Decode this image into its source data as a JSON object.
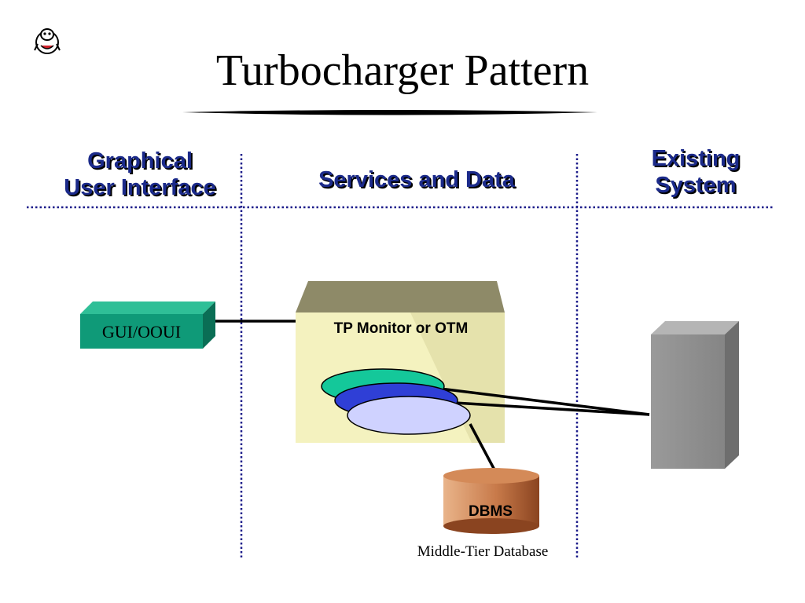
{
  "title": "Turbocharger Pattern",
  "columns": {
    "left": "Graphical\nUser Interface",
    "middle": "Services and Data",
    "right": "Existing\nSystem"
  },
  "nodes": {
    "gui": "GUI/OOUI",
    "tp_monitor": "TP Monitor or OTM",
    "dbms": "DBMS",
    "dbms_caption": "Middle-Tier Database"
  },
  "colors": {
    "column_heading": "#1b2a8a",
    "gui_box": "#0f9a78",
    "tp_box": "#f4f2bf",
    "ellipse_green": "#14c89a",
    "ellipse_blue": "#2f3fd6",
    "ellipse_lavender": "#cfd2ff",
    "dbms": "#c87a4a",
    "existing_system": "#8f8f8f",
    "divider": "#1b1b8a"
  }
}
